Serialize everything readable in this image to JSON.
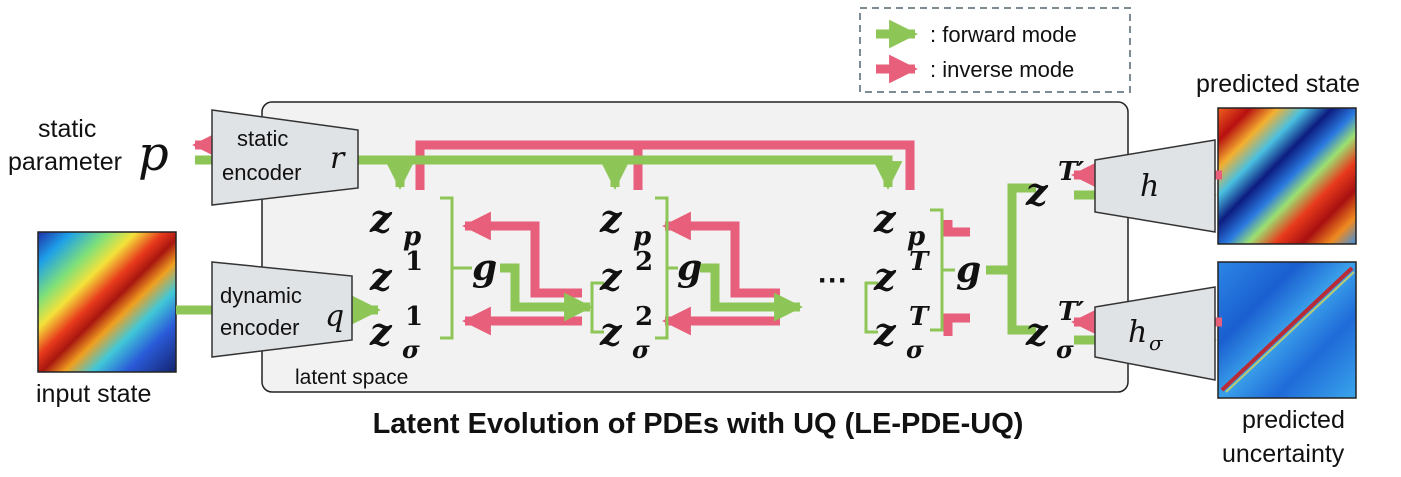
{
  "legend": {
    "forward": ": forward mode",
    "inverse": ": inverse mode"
  },
  "labels": {
    "static_line1": "static",
    "static_line2": "parameter",
    "static_symbol": "p",
    "input_state": "input state",
    "latent_space": "latent space",
    "predicted_state": "predicted state",
    "predicted_uncertainty_line1": "predicted",
    "predicted_uncertainty_line2": "uncertainty",
    "title": "Latent Evolution of PDEs with UQ (LE-PDE-UQ)",
    "ellipsis": "···"
  },
  "encoders": {
    "static": {
      "line1": "static",
      "line2": "encoder",
      "symbol": "r"
    },
    "dynamic": {
      "line1": "dynamic",
      "line2": "encoder",
      "symbol": "q"
    }
  },
  "decoders": {
    "state": {
      "symbol": "h"
    },
    "uncertainty": {
      "symbol": "h",
      "subscript": "σ"
    }
  },
  "latent": {
    "z": "z",
    "p_sub": "p",
    "sigma_sub": "σ",
    "g": "g",
    "steps": [
      "1",
      "2",
      "T"
    ],
    "final_sup": "T′"
  },
  "colors": {
    "forward": "#8dc656",
    "inverse": "#e75f7a",
    "box_fill": "#f2f2f2",
    "encoder_fill": "#e0e3e6",
    "legend_border": "#7d8b95"
  }
}
